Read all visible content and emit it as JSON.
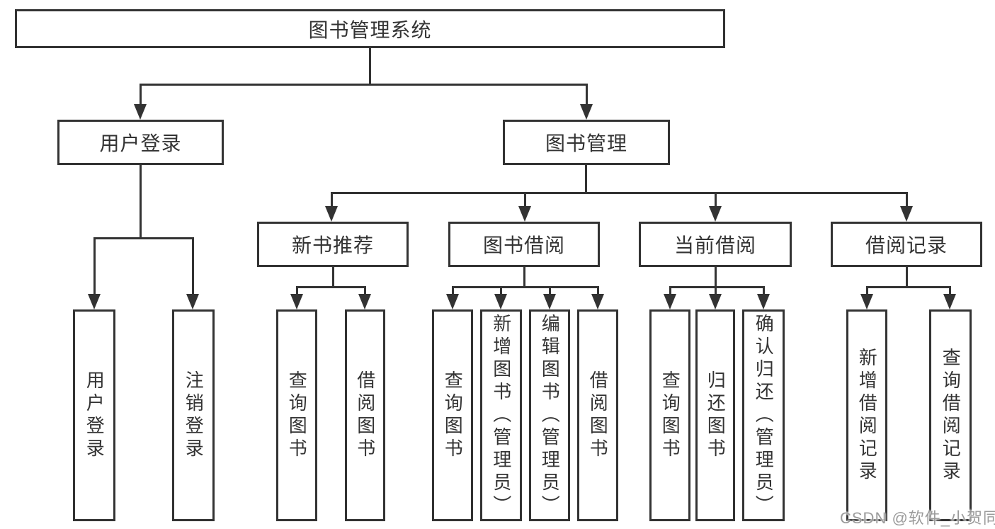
{
  "diagram": {
    "title": "图书管理系统",
    "root": {
      "label": "图书管理系统"
    },
    "level2": [
      {
        "label": "用户登录"
      },
      {
        "label": "图书管理"
      }
    ],
    "level3": [
      {
        "label": "新书推荐"
      },
      {
        "label": "图书借阅"
      },
      {
        "label": "当前借阅"
      },
      {
        "label": "借阅记录"
      }
    ],
    "leaves": [
      {
        "label": "用户登录"
      },
      {
        "label": "注销登录"
      },
      {
        "label": "查询图书"
      },
      {
        "label": "借阅图书"
      },
      {
        "label": "查询图书"
      },
      {
        "label": "新增图书（管理员）"
      },
      {
        "label": "编辑图书（管理员）"
      },
      {
        "label": "借阅图书"
      },
      {
        "label": "查询图书"
      },
      {
        "label": "归还图书"
      },
      {
        "label": "确认归还（管理员）"
      },
      {
        "label": "新增借阅记录"
      },
      {
        "label": "查询借阅记录"
      }
    ],
    "colors": {
      "line": "#333333",
      "text": "#333333",
      "background": "#ffffff",
      "watermark_text": "#9b9b9b"
    }
  },
  "watermark": {
    "text": "CSDN @软件_小贺同学"
  }
}
